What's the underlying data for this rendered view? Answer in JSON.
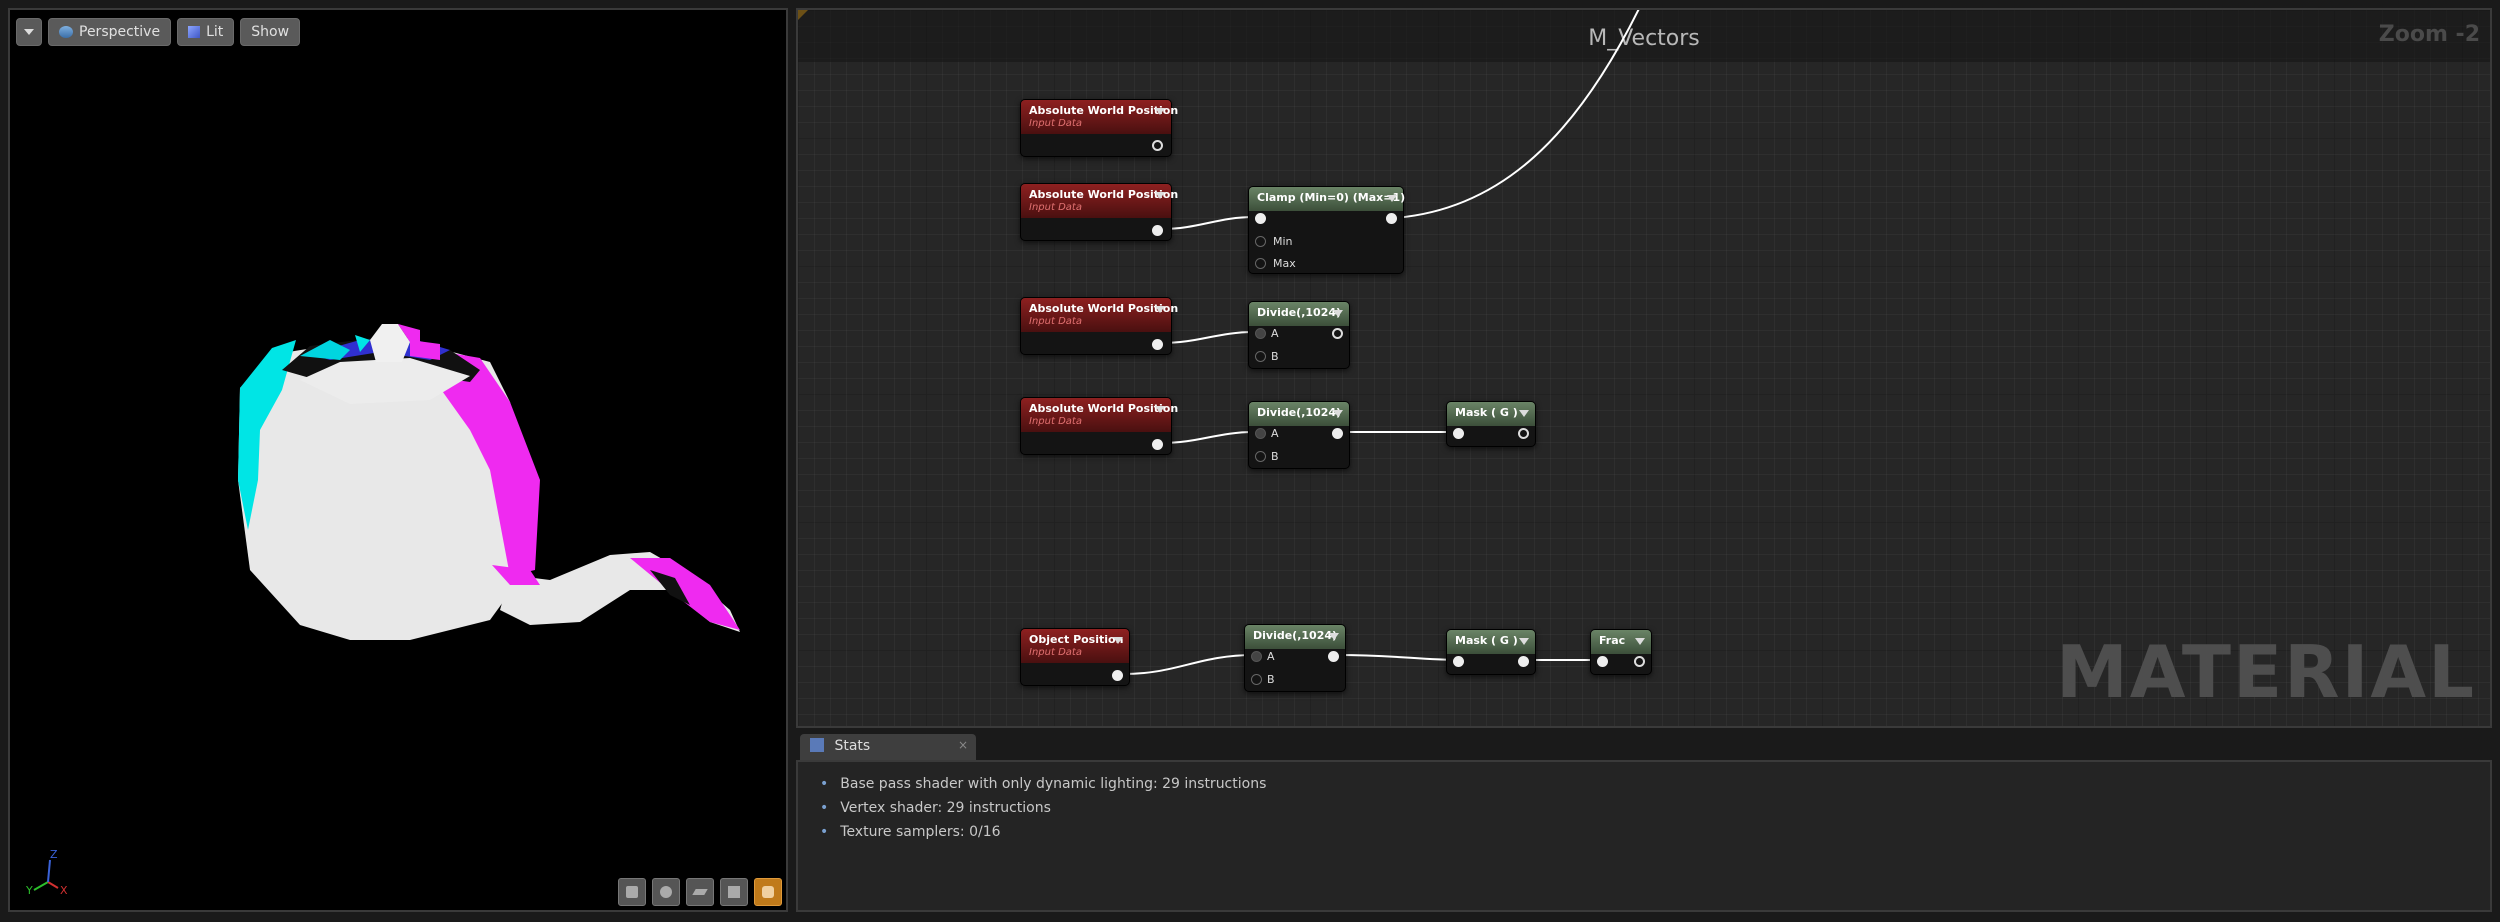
{
  "viewport": {
    "toolbar": {
      "perspective_label": "Perspective",
      "lit_label": "Lit",
      "show_label": "Show"
    },
    "axis": {
      "x": "X",
      "y": "Y",
      "z": "Z"
    }
  },
  "graph": {
    "title": "M_Vectors",
    "zoom": "Zoom -2",
    "watermark": "MATERIAL",
    "nodes": {
      "awp1": {
        "title": "Absolute World Position",
        "subtitle": "Input Data"
      },
      "awp2": {
        "title": "Absolute World Position",
        "subtitle": "Input Data"
      },
      "awp3": {
        "title": "Absolute World Position",
        "subtitle": "Input Data"
      },
      "awp4": {
        "title": "Absolute World Position",
        "subtitle": "Input Data"
      },
      "objpos": {
        "title": "Object Position",
        "subtitle": "Input Data"
      },
      "clamp": {
        "title": "Clamp (Min=0) (Max=1)",
        "min": "Min",
        "max": "Max"
      },
      "divide1": {
        "title": "Divide(,1024)",
        "a": "A",
        "b": "B"
      },
      "divide2": {
        "title": "Divide(,1024)",
        "a": "A",
        "b": "B"
      },
      "divide3": {
        "title": "Divide(,1024)",
        "a": "A",
        "b": "B"
      },
      "mask1": {
        "title": "Mask ( G )"
      },
      "mask2": {
        "title": "Mask ( G )"
      },
      "frac": {
        "title": "Frac"
      }
    }
  },
  "stats": {
    "tab_label": "Stats",
    "close": "×",
    "lines": [
      "Base pass shader with only dynamic lighting: 29 instructions",
      "Vertex shader: 29 instructions",
      "Texture samplers: 0/16"
    ]
  }
}
